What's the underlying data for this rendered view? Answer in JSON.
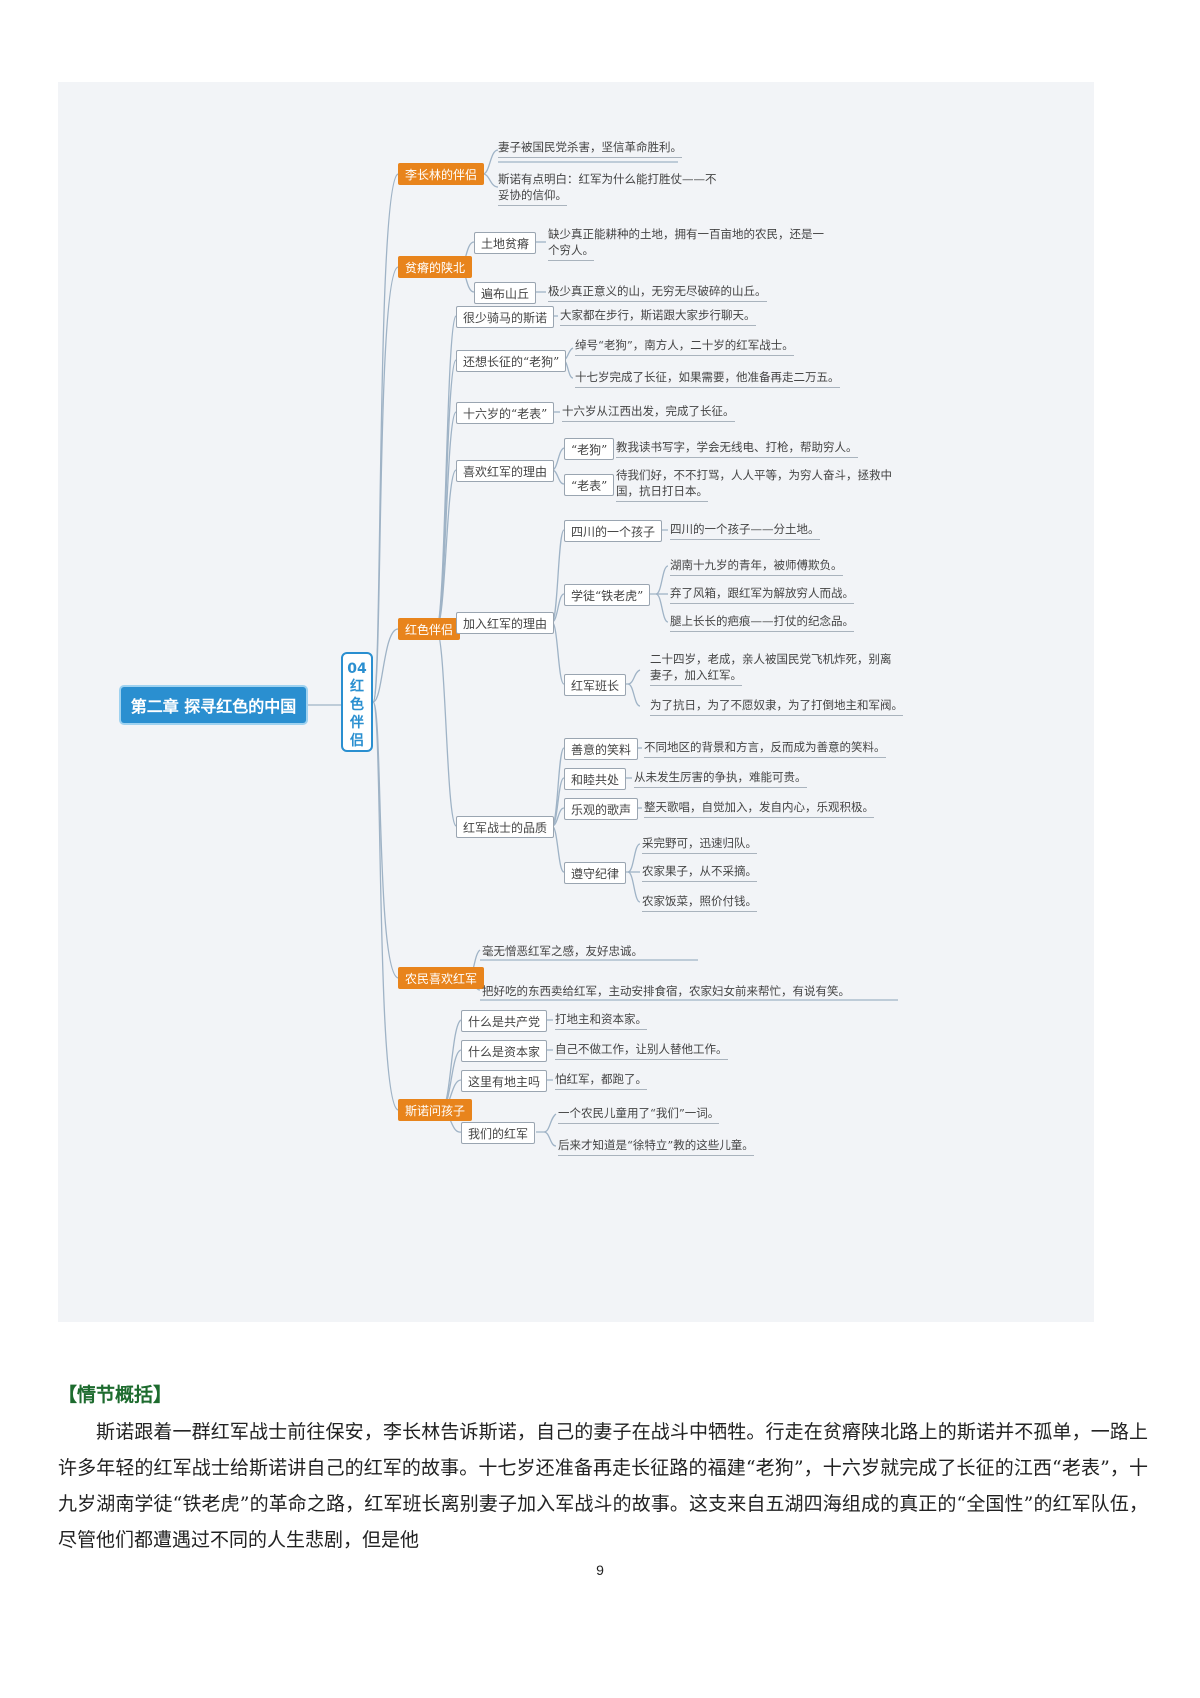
{
  "mindmap": {
    "root": "第二章 探寻红色的中国",
    "center": {
      "num": "04",
      "chars": [
        "红",
        "色",
        "伴",
        "侣"
      ]
    },
    "branches": {
      "b1": {
        "label": "李长林的伴侣",
        "leaves": [
          "妻子被国民党杀害，坚信革命胜利。",
          "斯诺有点明白：红军为什么能打胜仗——不",
          "妥协的信仰。"
        ]
      },
      "b2": {
        "label": "贫瘠的陕北",
        "sub": [
          {
            "label": "土地贫瘠",
            "leaves": [
              "缺少真正能耕种的土地，拥有一百亩地的农民，还是一",
              "个穷人。"
            ]
          },
          {
            "label": "遍布山丘",
            "leaves": [
              "极少真正意义的山，无穷无尽破碎的山丘。"
            ]
          }
        ]
      },
      "b3": {
        "label": "红色伴侣",
        "sub": [
          {
            "label": "很少骑马的斯诺",
            "leaves": [
              "大家都在步行，斯诺跟大家步行聊天。"
            ]
          },
          {
            "label": "还想长征的“老狗”",
            "leaves": [
              "绰号“老狗”，南方人，二十岁的红军战士。",
              "十七岁完成了长征，如果需要，他准备再走二万五。"
            ]
          },
          {
            "label": "十六岁的“老表”",
            "leaves": [
              "十六岁从江西出发，完成了长征。"
            ]
          },
          {
            "label": "喜欢红军的理由",
            "sub": [
              {
                "label": "“老狗”",
                "leaves": [
                  "教我读书写字，学会无线电、打枪，帮助穷人。"
                ]
              },
              {
                "label": "“老表”",
                "leaves": [
                  "待我们好，不不打骂，人人平等，为穷人奋斗，拯救中",
                  "国，抗日打日本。"
                ]
              }
            ]
          },
          {
            "label": "加入红军的理由",
            "sub": [
              {
                "label": "四川的一个孩子",
                "leaves": [
                  "四川的一个孩子——分土地。"
                ]
              },
              {
                "label": "学徒“铁老虎”",
                "leaves": [
                  "湖南十九岁的青年，被师傅欺负。",
                  "弃了风箱，跟红军为解放穷人而战。",
                  "腿上长长的疤痕——打仗的纪念品。"
                ]
              },
              {
                "label": "红军班长",
                "leaves": [
                  "二十四岁，老成，亲人被国民党飞机炸死，别离",
                  "妻子，加入红军。",
                  "为了抗日，为了不愿奴隶，为了打倒地主和军阀。"
                ]
              }
            ]
          },
          {
            "label": "红军战士的品质",
            "sub": [
              {
                "label": "善意的笑料",
                "leaves": [
                  "不同地区的背景和方言，反而成为善意的笑料。"
                ]
              },
              {
                "label": "和睦共处",
                "leaves": [
                  "从未发生厉害的争执，难能可贵。"
                ]
              },
              {
                "label": "乐观的歌声",
                "leaves": [
                  "整天歌唱，自觉加入，发自内心，乐观积极。"
                ]
              },
              {
                "label": "遵守纪律",
                "leaves": [
                  "采完野可，迅速归队。",
                  "农家果子，从不采摘。",
                  "农家饭菜，照价付钱。"
                ]
              }
            ]
          }
        ]
      },
      "b4": {
        "label": "农民喜欢红军",
        "leaves": [
          "毫无憎恶红军之感，友好忠诚。",
          "把好吃的东西卖给红军，主动安排食宿，农家妇女前来帮忙，有说有笑。"
        ]
      },
      "b5": {
        "label": "斯诺问孩子",
        "sub": [
          {
            "label": "什么是共产党",
            "leaves": [
              "打地主和资本家。"
            ]
          },
          {
            "label": "什么是资本家",
            "leaves": [
              "自己不做工作，让别人替他工作。"
            ]
          },
          {
            "label": "这里有地主吗",
            "leaves": [
              "怕红军，都跑了。"
            ]
          },
          {
            "label": "我们的红军",
            "leaves": [
              "一个农民儿童用了“我们”一词。",
              "后来才知道是“徐特立”教的这些儿童。"
            ]
          }
        ]
      }
    }
  },
  "summary": {
    "heading": "【情节概括】",
    "text": "斯诺跟着一群红军战士前往保安，李长林告诉斯诺，自己的妻子在战斗中牺牲。行走在贫瘠陕北路上的斯诺并不孤单，一路上许多年轻的红军战士给斯诺讲自己的红军的故事。十七岁还准备再走长征路的福建“老狗”，十六岁就完成了长征的江西“老表”，十九岁湖南学徒“铁老虎”的革命之路，红军班长离别妻子加入军战斗的故事。这支来自五湖四海组成的真正的“全国性”的红军队伍，尽管他们都遭遇过不同的人生悲剧，但是他"
  },
  "page_number": "9"
}
